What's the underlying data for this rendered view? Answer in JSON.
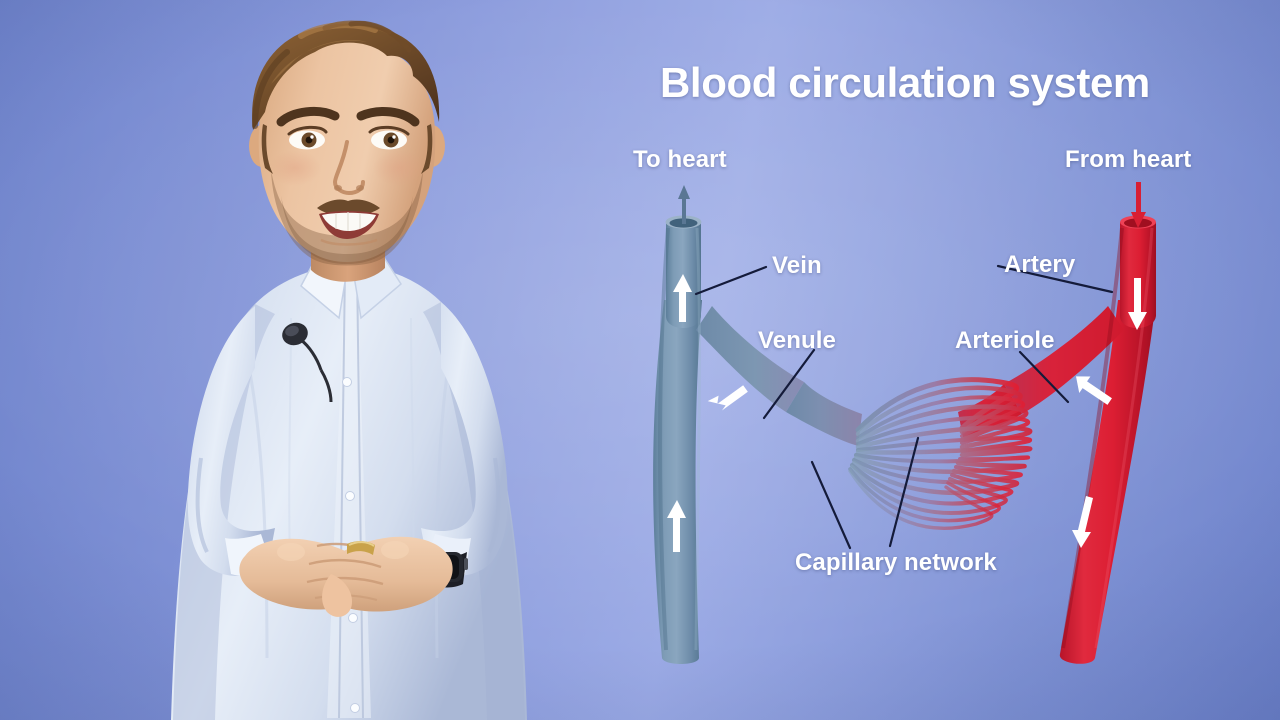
{
  "scene": {
    "type": "educational-video-frame",
    "background_colors": {
      "left": "#6d7cb9",
      "center": "#9aa5db",
      "right": "#6e7db9"
    }
  },
  "presenter": {
    "description": "male-presenter",
    "shirt_color": "#dce4f2",
    "hair_color": "#6b4a2c",
    "skin_color": "#e8c0a2",
    "accessories": [
      "lavalier-microphone",
      "smartwatch",
      "ring"
    ],
    "watch_color": "#1d1f26",
    "ring_color": "#c9a24a",
    "mic_color": "#2b2d35"
  },
  "diagram": {
    "title": "Blood circulation system",
    "title_color": "#ffffff",
    "labels": {
      "to_heart": "To heart",
      "from_heart": "From heart",
      "vein": "Vein",
      "venule": "Venule",
      "artery": "Artery",
      "arteriole": "Arteriole",
      "capillary_network": "Capillary network"
    },
    "colors": {
      "vein": "#6d8aa8",
      "vein_light": "#8aa4bd",
      "vein_dark": "#55768f",
      "artery": "#d81f33",
      "artery_light": "#e8384b",
      "artery_dark": "#b01226",
      "capillary_mid": "#8d7ba8",
      "leader_line": "#141b3a",
      "flow_arrow": "#ffffff"
    },
    "flow_arrows": {
      "vein_direction": "up",
      "artery_direction": "down",
      "vein_count": 3,
      "artery_count": 3
    },
    "capillary_strand_count": 16
  }
}
